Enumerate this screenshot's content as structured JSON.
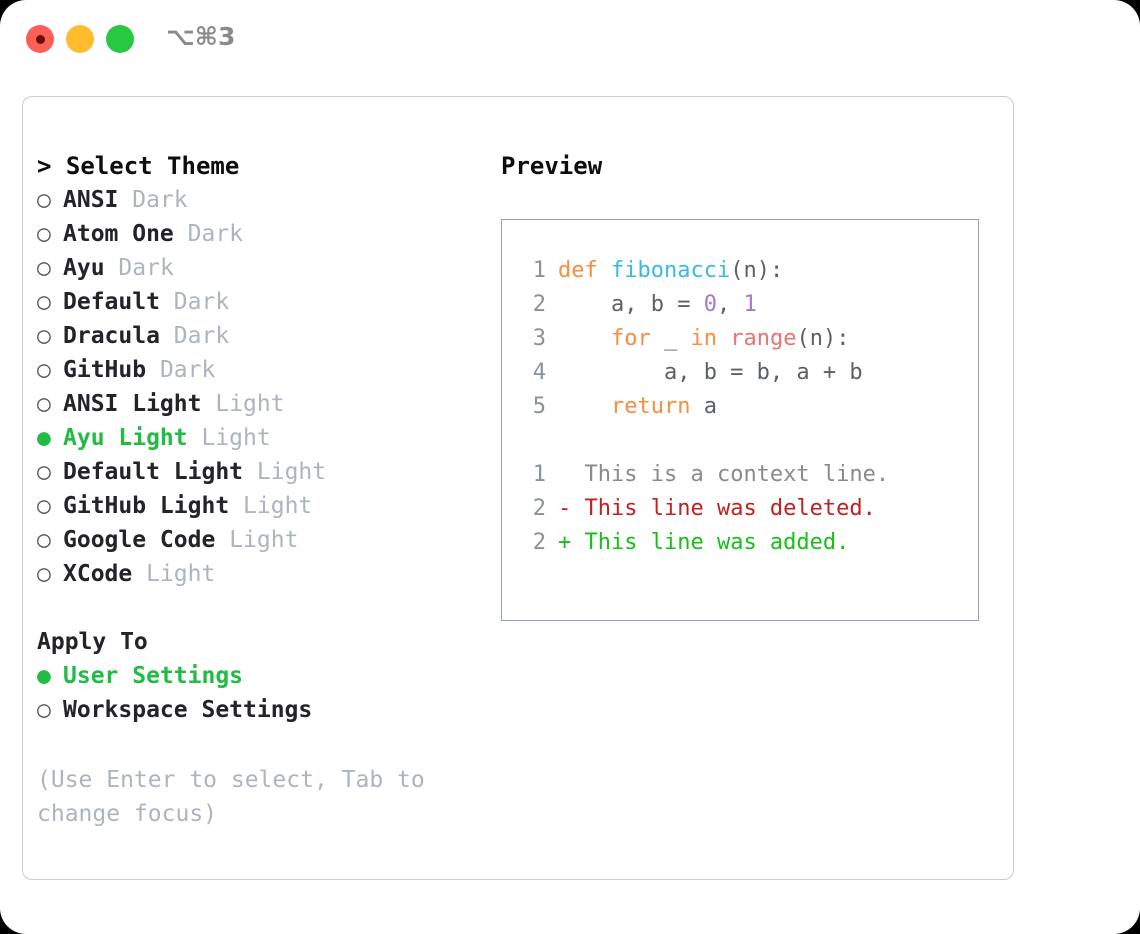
{
  "titlebar": {
    "shortcut": "⌥⌘3",
    "lights": [
      {
        "name": "close",
        "color": "#ff5f57"
      },
      {
        "name": "minimize",
        "color": "#ffbd2e"
      },
      {
        "name": "maximize",
        "color": "#28c840"
      }
    ]
  },
  "theme_panel": {
    "heading": "> Select Theme",
    "selected_bullet": "●",
    "unselected_bullet": "○",
    "items": [
      {
        "bullet": "○",
        "name": "ANSI",
        "tag": "Dark",
        "selected": false
      },
      {
        "bullet": "○",
        "name": "Atom One",
        "tag": "Dark",
        "selected": false
      },
      {
        "bullet": "○",
        "name": "Ayu",
        "tag": "Dark",
        "selected": false
      },
      {
        "bullet": "○",
        "name": "Default",
        "tag": "Dark",
        "selected": false
      },
      {
        "bullet": "○",
        "name": "Dracula",
        "tag": "Dark",
        "selected": false
      },
      {
        "bullet": "○",
        "name": "GitHub",
        "tag": "Dark",
        "selected": false
      },
      {
        "bullet": "○",
        "name": "ANSI Light",
        "tag": "Light",
        "selected": false
      },
      {
        "bullet": "●",
        "name": "Ayu Light",
        "tag": "Light",
        "selected": true
      },
      {
        "bullet": "○",
        "name": "Default Light",
        "tag": "Light",
        "selected": false
      },
      {
        "bullet": "○",
        "name": "GitHub Light",
        "tag": "Light",
        "selected": false
      },
      {
        "bullet": "○",
        "name": "Google Code",
        "tag": "Light",
        "selected": false
      },
      {
        "bullet": "○",
        "name": "XCode",
        "tag": "Light",
        "selected": false
      }
    ]
  },
  "apply_to": {
    "heading": "Apply To",
    "options": [
      {
        "bullet": "●",
        "name": "User Settings",
        "selected": true
      },
      {
        "bullet": "○",
        "name": "Workspace Settings",
        "selected": false
      }
    ]
  },
  "hint": "(Use Enter to select, Tab to change focus)",
  "preview": {
    "heading": "Preview",
    "code": [
      {
        "ln": "1",
        "tokens": [
          {
            "t": "def ",
            "c": "kw"
          },
          {
            "t": "fibonacci",
            "c": "fn"
          },
          {
            "t": "(n):",
            "c": "pl"
          }
        ]
      },
      {
        "ln": "2",
        "tokens": [
          {
            "t": "    a, b = ",
            "c": "pl"
          },
          {
            "t": "0",
            "c": "num"
          },
          {
            "t": ", ",
            "c": "pl"
          },
          {
            "t": "1",
            "c": "num"
          }
        ]
      },
      {
        "ln": "3",
        "tokens": [
          {
            "t": "    ",
            "c": "pl"
          },
          {
            "t": "for",
            "c": "kw"
          },
          {
            "t": " _ ",
            "c": "pl"
          },
          {
            "t": "in",
            "c": "kw"
          },
          {
            "t": " ",
            "c": "pl"
          },
          {
            "t": "range",
            "c": "bi"
          },
          {
            "t": "(n):",
            "c": "pl"
          }
        ]
      },
      {
        "ln": "4",
        "tokens": [
          {
            "t": "        a, b = b, a + b",
            "c": "pl"
          }
        ]
      },
      {
        "ln": "5",
        "tokens": [
          {
            "t": "    ",
            "c": "pl"
          },
          {
            "t": "return",
            "c": "kw"
          },
          {
            "t": " a",
            "c": "pl"
          }
        ]
      }
    ],
    "diff": [
      {
        "ln": "1",
        "prefix": "  ",
        "text": "This is a context line.",
        "kind": "diff-ctx"
      },
      {
        "ln": "2",
        "prefix": "- ",
        "text": "This line was deleted.",
        "kind": "diff-del"
      },
      {
        "ln": "2",
        "prefix": "+ ",
        "text": "This line was added.",
        "kind": "diff-add"
      }
    ]
  },
  "colors": {
    "selected_green": "#22bb44",
    "tag_gray": "#aeb4be",
    "keyword_orange": "#fa8d3e",
    "function_blue": "#39bae6",
    "number_purple": "#a37acc",
    "builtin_red": "#f07171",
    "gutter_gray": "#8a9199",
    "diff_delete": "#c21f1f",
    "diff_add": "#17c017"
  }
}
